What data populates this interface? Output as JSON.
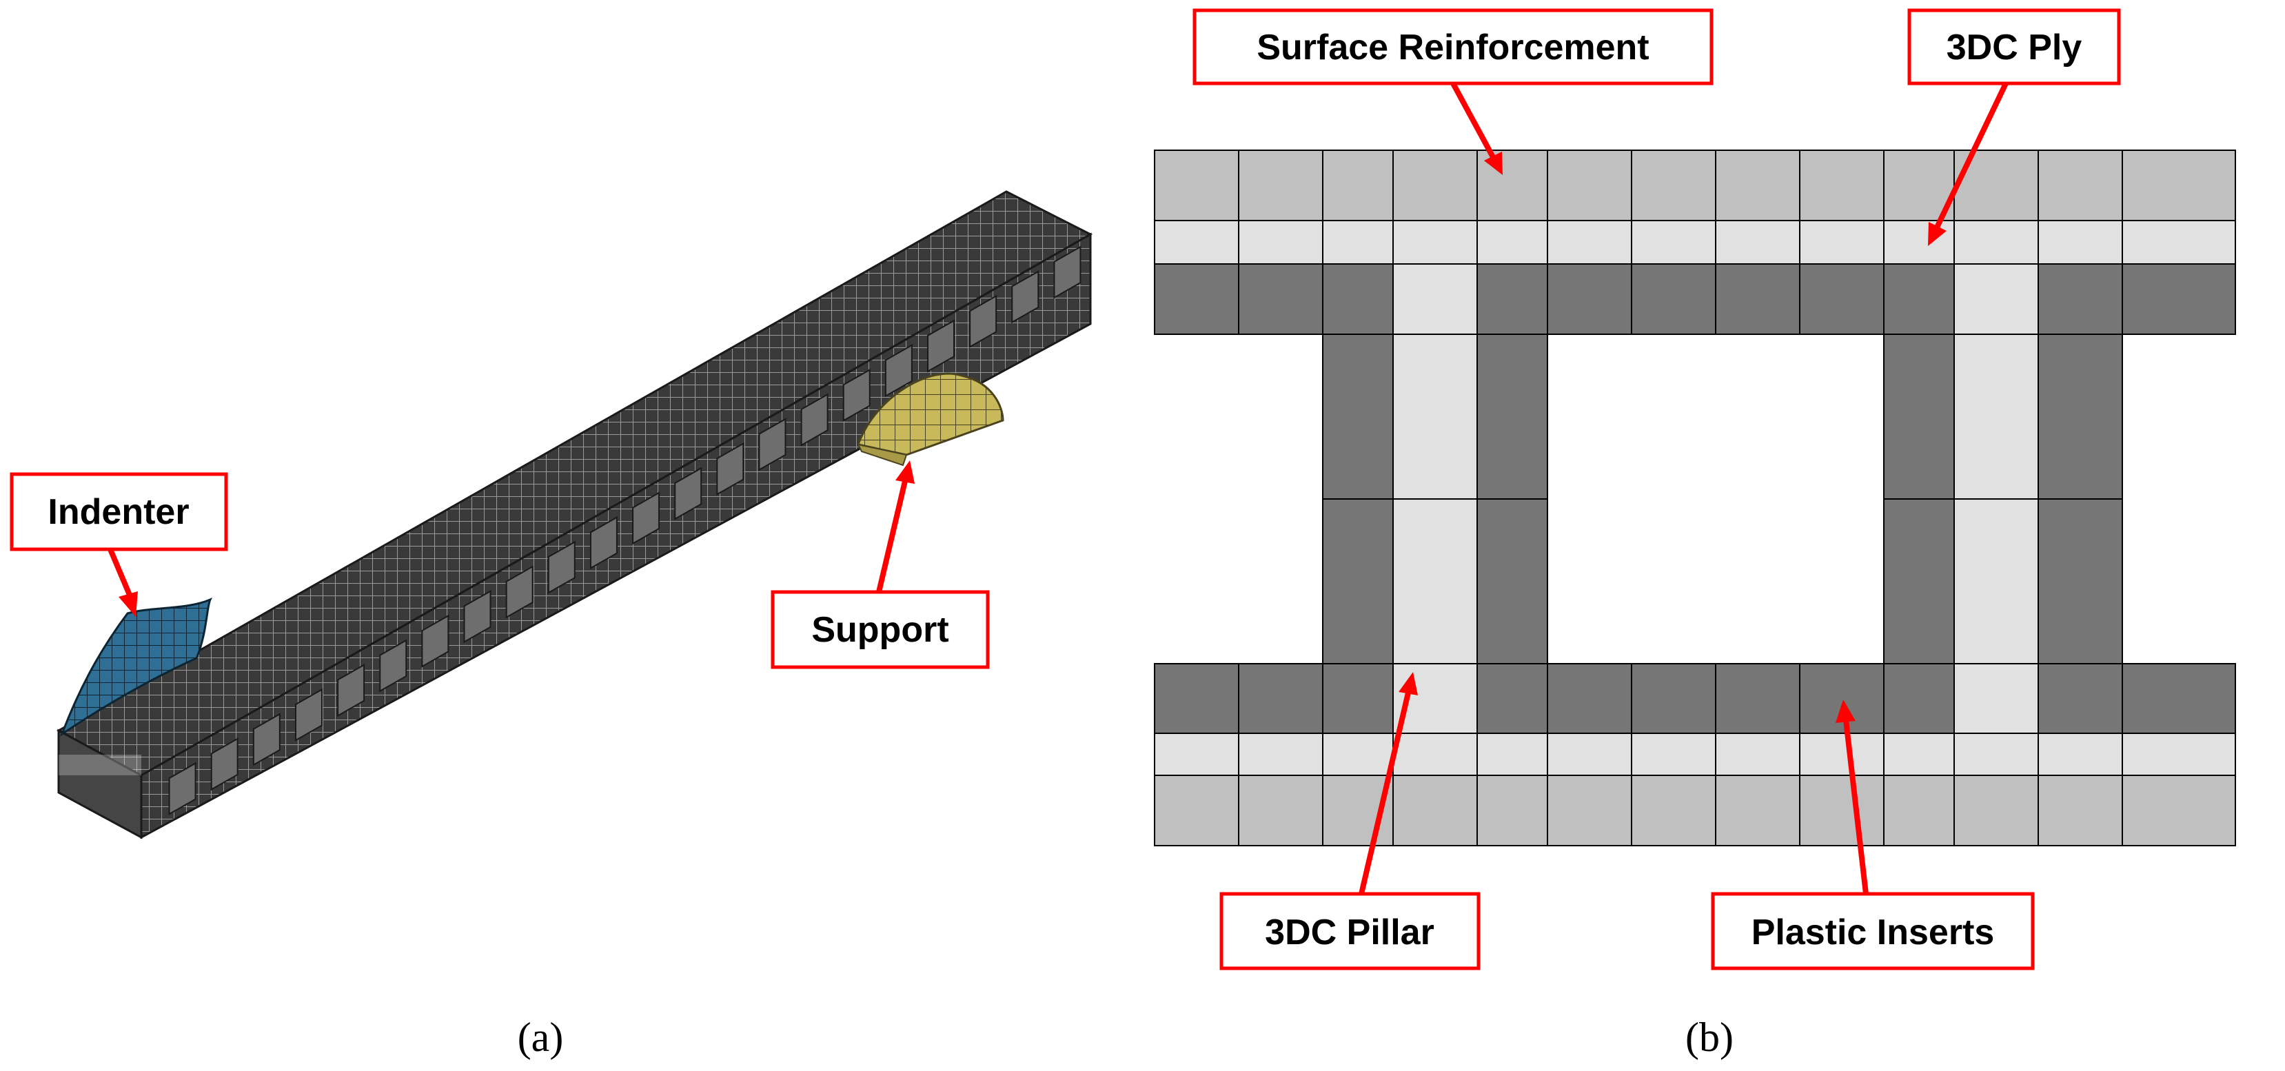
{
  "panel_a": {
    "caption": "(a)",
    "labels": {
      "indenter": "Indenter",
      "support": "Support"
    },
    "colors": {
      "beam": "#3c3c3c",
      "indenter": "#2f6f96",
      "support": "#c8b95a",
      "callout": "#ff0000"
    }
  },
  "panel_b": {
    "caption": "(b)",
    "labels": {
      "surface_reinforcement": "Surface Reinforcement",
      "ply": "3DC Ply",
      "pillar": "3DC Pillar",
      "plastic_inserts": "Plastic Inserts"
    },
    "colors": {
      "reinforcement": "#c0c0c0",
      "ply": "#e1e1e1",
      "insert": "#767676",
      "grid": "#000000",
      "callout": "#ff0000"
    }
  }
}
